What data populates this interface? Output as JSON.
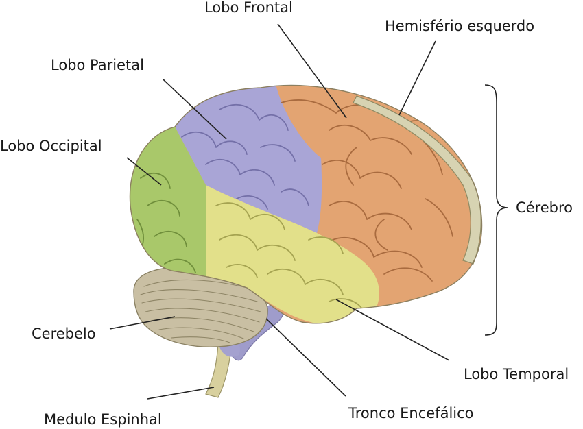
{
  "labels": {
    "frontal": "Lobo Frontal",
    "left_hemisphere": "Hemisfério esquerdo",
    "parietal": "Lobo Parietal",
    "occipital": "Lobo Occipital",
    "cerebrum": "Cérebro",
    "cerebellum": "Cerebelo",
    "temporal": "Lobo Temporal",
    "spinal_cord": "Medulo Espinhal",
    "brainstem": "Tronco Encefálico"
  },
  "colors": {
    "frontal": "#e3a472",
    "parietal": "#a9a5d6",
    "occipital": "#a9c86a",
    "temporal": "#e2e08a",
    "cerebellum": "#c9bfa3",
    "brainstem": "#9f9ccb",
    "spinal_cord": "#d8d09e",
    "hemisphere_edge": "#d7d3b2"
  }
}
